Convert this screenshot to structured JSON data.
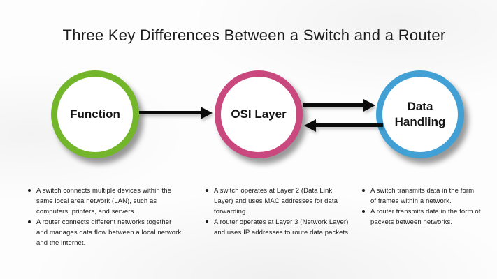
{
  "title": "Three Key Differences Between a Switch and a Router",
  "nodes": [
    {
      "label": "Function",
      "color": "#74b62b"
    },
    {
      "label": "OSI Layer",
      "color": "#c9487e"
    },
    {
      "label": "Data Handling",
      "color": "#42a0d4"
    }
  ],
  "arrow_color": "#0b0b0b",
  "columns": [
    {
      "topic": "Function",
      "bullets": [
        "A switch connects multiple devices within the same local area network (LAN), such as computers, printers, and servers.",
        "A router connects different networks together and manages data flow between a local network and the internet."
      ]
    },
    {
      "topic": "OSI Layer",
      "bullets": [
        "A switch operates at Layer 2 (Data Link Layer) and uses MAC addresses for data forwarding.",
        "A router operates at Layer 3 (Network Layer) and uses IP addresses to route data packets."
      ]
    },
    {
      "topic": "Data Handling",
      "bullets": [
        "A switch transmits data in the form of frames within a network.",
        "A router transmits data in the form of packets between networks."
      ]
    }
  ]
}
